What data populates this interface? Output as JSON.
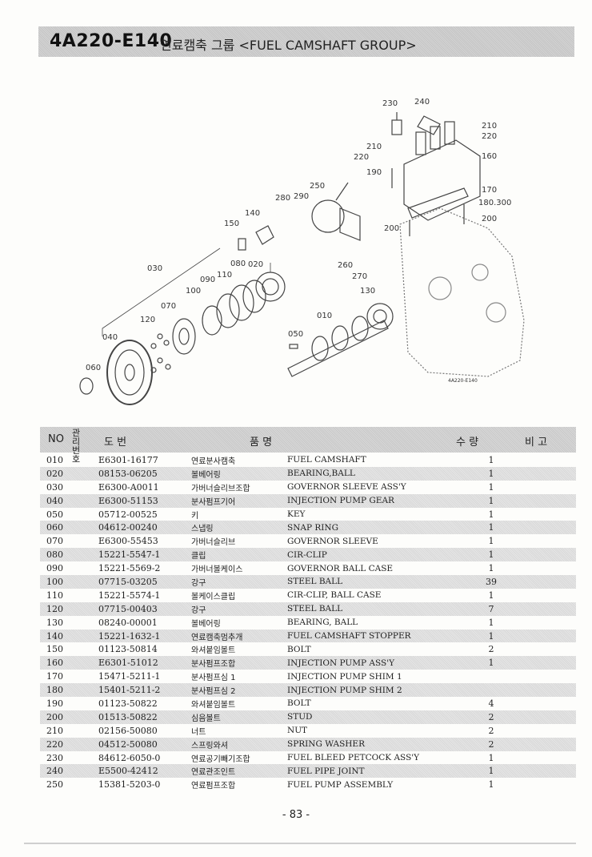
{
  "header": {
    "code": "4A220-E140",
    "title": "연료캠축 그룹 <FUEL CAMSHAFT GROUP>"
  },
  "diagram": {
    "callouts": [
      "230",
      "240",
      "210",
      "220",
      "160",
      "210",
      "220",
      "190",
      "250",
      "280",
      "290",
      "170",
      "180.300",
      "200",
      "140",
      "150",
      "200",
      "030",
      "080",
      "020",
      "090",
      "110",
      "260",
      "270",
      "100",
      "130",
      "070",
      "010",
      "120",
      "050",
      "040",
      "060"
    ],
    "code_tag": "4A220-E140"
  },
  "table": {
    "headers": {
      "no": "NO",
      "mgmt": "관리 번호",
      "part_no": "도  번",
      "name": "품            명",
      "qty": "수  량",
      "remarks": "비  고"
    },
    "rows": [
      {
        "no": "010",
        "part_no": "E6301-16177",
        "kr": "연료분사캠축",
        "en": "FUEL CAMSHAFT",
        "qty": "1"
      },
      {
        "no": "020",
        "part_no": "08153-06205",
        "kr": "볼베어링",
        "en": "BEARING,BALL",
        "qty": "1"
      },
      {
        "no": "030",
        "part_no": "E6300-A0011",
        "kr": "가버너슬리브조합",
        "en": "GOVERNOR SLEEVE ASS'Y",
        "qty": "1"
      },
      {
        "no": "040",
        "part_no": "E6300-51153",
        "kr": "분사펌프기어",
        "en": "INJECTION PUMP GEAR",
        "qty": "1"
      },
      {
        "no": "050",
        "part_no": "05712-00525",
        "kr": "키",
        "en": "KEY",
        "qty": "1"
      },
      {
        "no": "060",
        "part_no": "04612-00240",
        "kr": "스냅링",
        "en": "SNAP RING",
        "qty": "1"
      },
      {
        "no": "070",
        "part_no": "E6300-55453",
        "kr": "가버너슬리브",
        "en": "GOVERNOR SLEEVE",
        "qty": "1"
      },
      {
        "no": "080",
        "part_no": "15221-5547-1",
        "kr": "클립",
        "en": "CIR-CLIP",
        "qty": "1"
      },
      {
        "no": "090",
        "part_no": "15221-5569-2",
        "kr": "가버너볼케이스",
        "en": "GOVERNOR BALL CASE",
        "qty": "1"
      },
      {
        "no": "100",
        "part_no": "07715-03205",
        "kr": "강구",
        "en": "STEEL BALL",
        "qty": "39"
      },
      {
        "no": "110",
        "part_no": "15221-5574-1",
        "kr": "볼케이스클립",
        "en": "CIR-CLIP, BALL CASE",
        "qty": "1"
      },
      {
        "no": "120",
        "part_no": "07715-00403",
        "kr": "강구",
        "en": "STEEL BALL",
        "qty": "7"
      },
      {
        "no": "130",
        "part_no": "08240-00001",
        "kr": "볼베어링",
        "en": "BEARING, BALL",
        "qty": "1"
      },
      {
        "no": "140",
        "part_no": "15221-1632-1",
        "kr": "연료캠축멈추개",
        "en": "FUEL CAMSHAFT STOPPER",
        "qty": "1"
      },
      {
        "no": "150",
        "part_no": "01123-50814",
        "kr": "와셔붙임볼트",
        "en": "BOLT",
        "qty": "2"
      },
      {
        "no": "160",
        "part_no": "E6301-51012",
        "kr": "분사펌프조합",
        "en": "INJECTION PUMP ASS'Y",
        "qty": "1"
      },
      {
        "no": "170",
        "part_no": "15471-5211-1",
        "kr": "분사펌프심 1",
        "en": "INJECTION PUMP SHIM 1",
        "qty": ""
      },
      {
        "no": "180",
        "part_no": "15401-5211-2",
        "kr": "분사펌프심 2",
        "en": "INJECTION PUMP SHIM 2",
        "qty": ""
      },
      {
        "no": "190",
        "part_no": "01123-50822",
        "kr": "와셔붙임볼트",
        "en": "BOLT",
        "qty": "4"
      },
      {
        "no": "200",
        "part_no": "01513-50822",
        "kr": "심음볼트",
        "en": "STUD",
        "qty": "2"
      },
      {
        "no": "210",
        "part_no": "02156-50080",
        "kr": "너트",
        "en": "NUT",
        "qty": "2"
      },
      {
        "no": "220",
        "part_no": "04512-50080",
        "kr": "스프링와셔",
        "en": "SPRING WASHER",
        "qty": "2"
      },
      {
        "no": "230",
        "part_no": "84612-6050-0",
        "kr": "연료공기빼기조합",
        "en": "FUEL BLEED PETCOCK ASS'Y",
        "qty": "1"
      },
      {
        "no": "240",
        "part_no": "E5500-42412",
        "kr": "연료관조인트",
        "en": "FUEL PIPE JOINT",
        "qty": "1"
      },
      {
        "no": "250",
        "part_no": "15381-5203-0",
        "kr": "연료펌프조합",
        "en": "FUEL PUMP ASSEMBLY",
        "qty": "1"
      }
    ]
  },
  "footer": {
    "page": "- 83 -"
  }
}
